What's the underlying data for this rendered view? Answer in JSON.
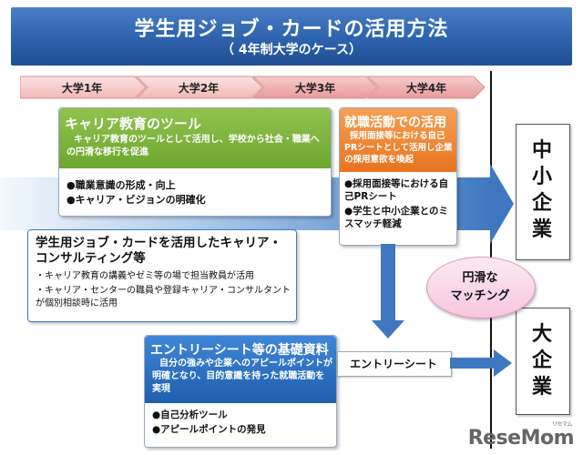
{
  "header": {
    "title": "学生用ジョブ・カードの活用方法",
    "subtitle": "（ 4年制大学のケース）"
  },
  "timeline": [
    "大学1年",
    "大学2年",
    "大学3年",
    "大学4年"
  ],
  "career_tool": {
    "heading": "キャリア教育のツール",
    "description": "キャリア教育のツールとして活用し、学校から社会・職業への円滑な移行を促進",
    "bullets": [
      "●職業意識の形成・向上",
      "●キャリア・ビジョンの明確化"
    ]
  },
  "job_hunting": {
    "heading": "就職活動での活用",
    "description": "採用面接等における自己PRシートとして活用し企業の採用意欲を喚起",
    "bullets": [
      "●採用面接等における自己PRシート",
      "●学生と中小企業とのミスマッチ軽減"
    ]
  },
  "consulting": {
    "heading": "学生用ジョブ・カードを活用したキャリア・コンサルティング等",
    "lines": [
      "・キャリア教育の講義やゼミ等の場で担当教員が活用",
      "・キャリア・センターの職員や登録キャリア・コンサルタントが個別相談時に活用"
    ]
  },
  "entry_basics": {
    "heading": "エントリーシート等の基礎資料",
    "description": "自分の強みや企業へのアピールポイントが明確となり、目的意識を持った就職活動を実現",
    "bullets": [
      "●自己分析ツール",
      "●アピールポイントの発見"
    ]
  },
  "entry_sheet_label": "エントリーシート",
  "matching": {
    "line1": "円滑な",
    "line2": "マッチング"
  },
  "sme": {
    "line1": "中",
    "line2": "小",
    "line3": "企",
    "line4": "業"
  },
  "large": {
    "line1": "大",
    "line2": "企",
    "line3": "業"
  },
  "logo": {
    "main": "ReseMom",
    "small": "リセマム"
  }
}
